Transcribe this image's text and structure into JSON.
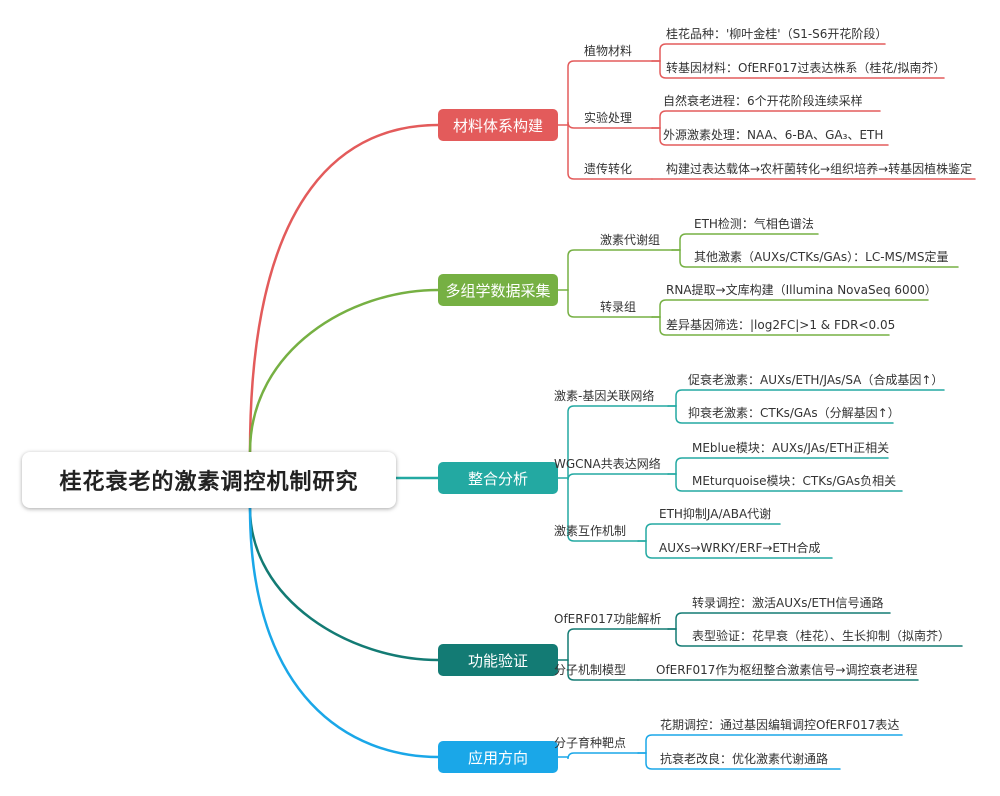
{
  "root": {
    "title": "桂花衰老的激素调控机制研究"
  },
  "branches": [
    {
      "label": "材料体系构建",
      "color": "#e35b5b",
      "subs": [
        {
          "label": "植物材料",
          "leaves": [
            "桂花品种：'柳叶金桂'（S1-S6开花阶段）",
            "转基因材料：OfERF017过表达株系（桂花/拟南芥）"
          ]
        },
        {
          "label": "实验处理",
          "leaves": [
            "自然衰老进程：6个开花阶段连续采样",
            "外源激素处理：NAA、6-BA、GA₃、ETH"
          ]
        },
        {
          "label": "遗传转化",
          "leaves": [
            "构建过表达载体→农杆菌转化→组织培养→转基因植株鉴定"
          ]
        }
      ]
    },
    {
      "label": "多组学数据采集",
      "color": "#76b043",
      "subs": [
        {
          "label": "激素代谢组",
          "leaves": [
            "ETH检测：气相色谱法",
            "其他激素（AUXs/CTKs/GAs）：LC-MS/MS定量"
          ]
        },
        {
          "label": "转录组",
          "leaves": [
            "RNA提取→文库构建（Illumina NovaSeq 6000）",
            "差异基因筛选：|log2FC|>1 & FDR<0.05"
          ]
        }
      ]
    },
    {
      "label": "整合分析",
      "color": "#23a9a2",
      "subs": [
        {
          "label": "激素-基因关联网络",
          "leaves": [
            "促衰老激素：AUXs/ETH/JAs/SA（合成基因↑）",
            "抑衰老激素：CTKs/GAs（分解基因↑）"
          ]
        },
        {
          "label": "WGCNA共表达网络",
          "leaves": [
            "MEblue模块：AUXs/JAs/ETH正相关",
            "MEturquoise模块：CTKs/GAs负相关"
          ]
        },
        {
          "label": "激素互作机制",
          "leaves": [
            "ETH抑制JA/ABA代谢",
            "AUXs→WRKY/ERF→ETH合成"
          ]
        }
      ]
    },
    {
      "label": "功能验证",
      "color": "#137b74",
      "subs": [
        {
          "label": "OfERF017功能解析",
          "leaves": [
            "转录调控：激活AUXs/ETH信号通路",
            "表型验证：花早衰（桂花）、生长抑制（拟南芥）"
          ]
        },
        {
          "label": "分子机制模型",
          "leaves": [
            "OfERF017作为枢纽整合激素信号→调控衰老进程"
          ]
        }
      ]
    },
    {
      "label": "应用方向",
      "color": "#1aa7e8",
      "subs": [
        {
          "label": "分子育种靶点",
          "leaves": [
            "花期调控：通过基因编辑调控OfERF017表达",
            "抗衰老改良：优化激素代谢通路"
          ]
        }
      ]
    }
  ]
}
